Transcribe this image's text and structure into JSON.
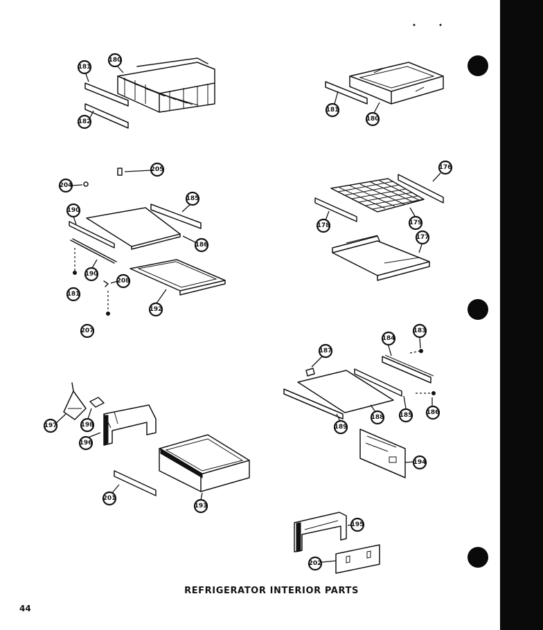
{
  "page": {
    "title": "REFRIGERATOR INTERIOR PARTS",
    "page_number": "44"
  },
  "callouts": [
    "181",
    "182",
    "180",
    "181",
    "180",
    "205",
    "204",
    "190",
    "185",
    "186",
    "190",
    "181",
    "208",
    "192",
    "207",
    "176",
    "178",
    "179",
    "177",
    "187",
    "184",
    "183",
    "185",
    "186",
    "189",
    "188",
    "197",
    "198",
    "196",
    "194",
    "193",
    "201",
    "195",
    "202"
  ]
}
